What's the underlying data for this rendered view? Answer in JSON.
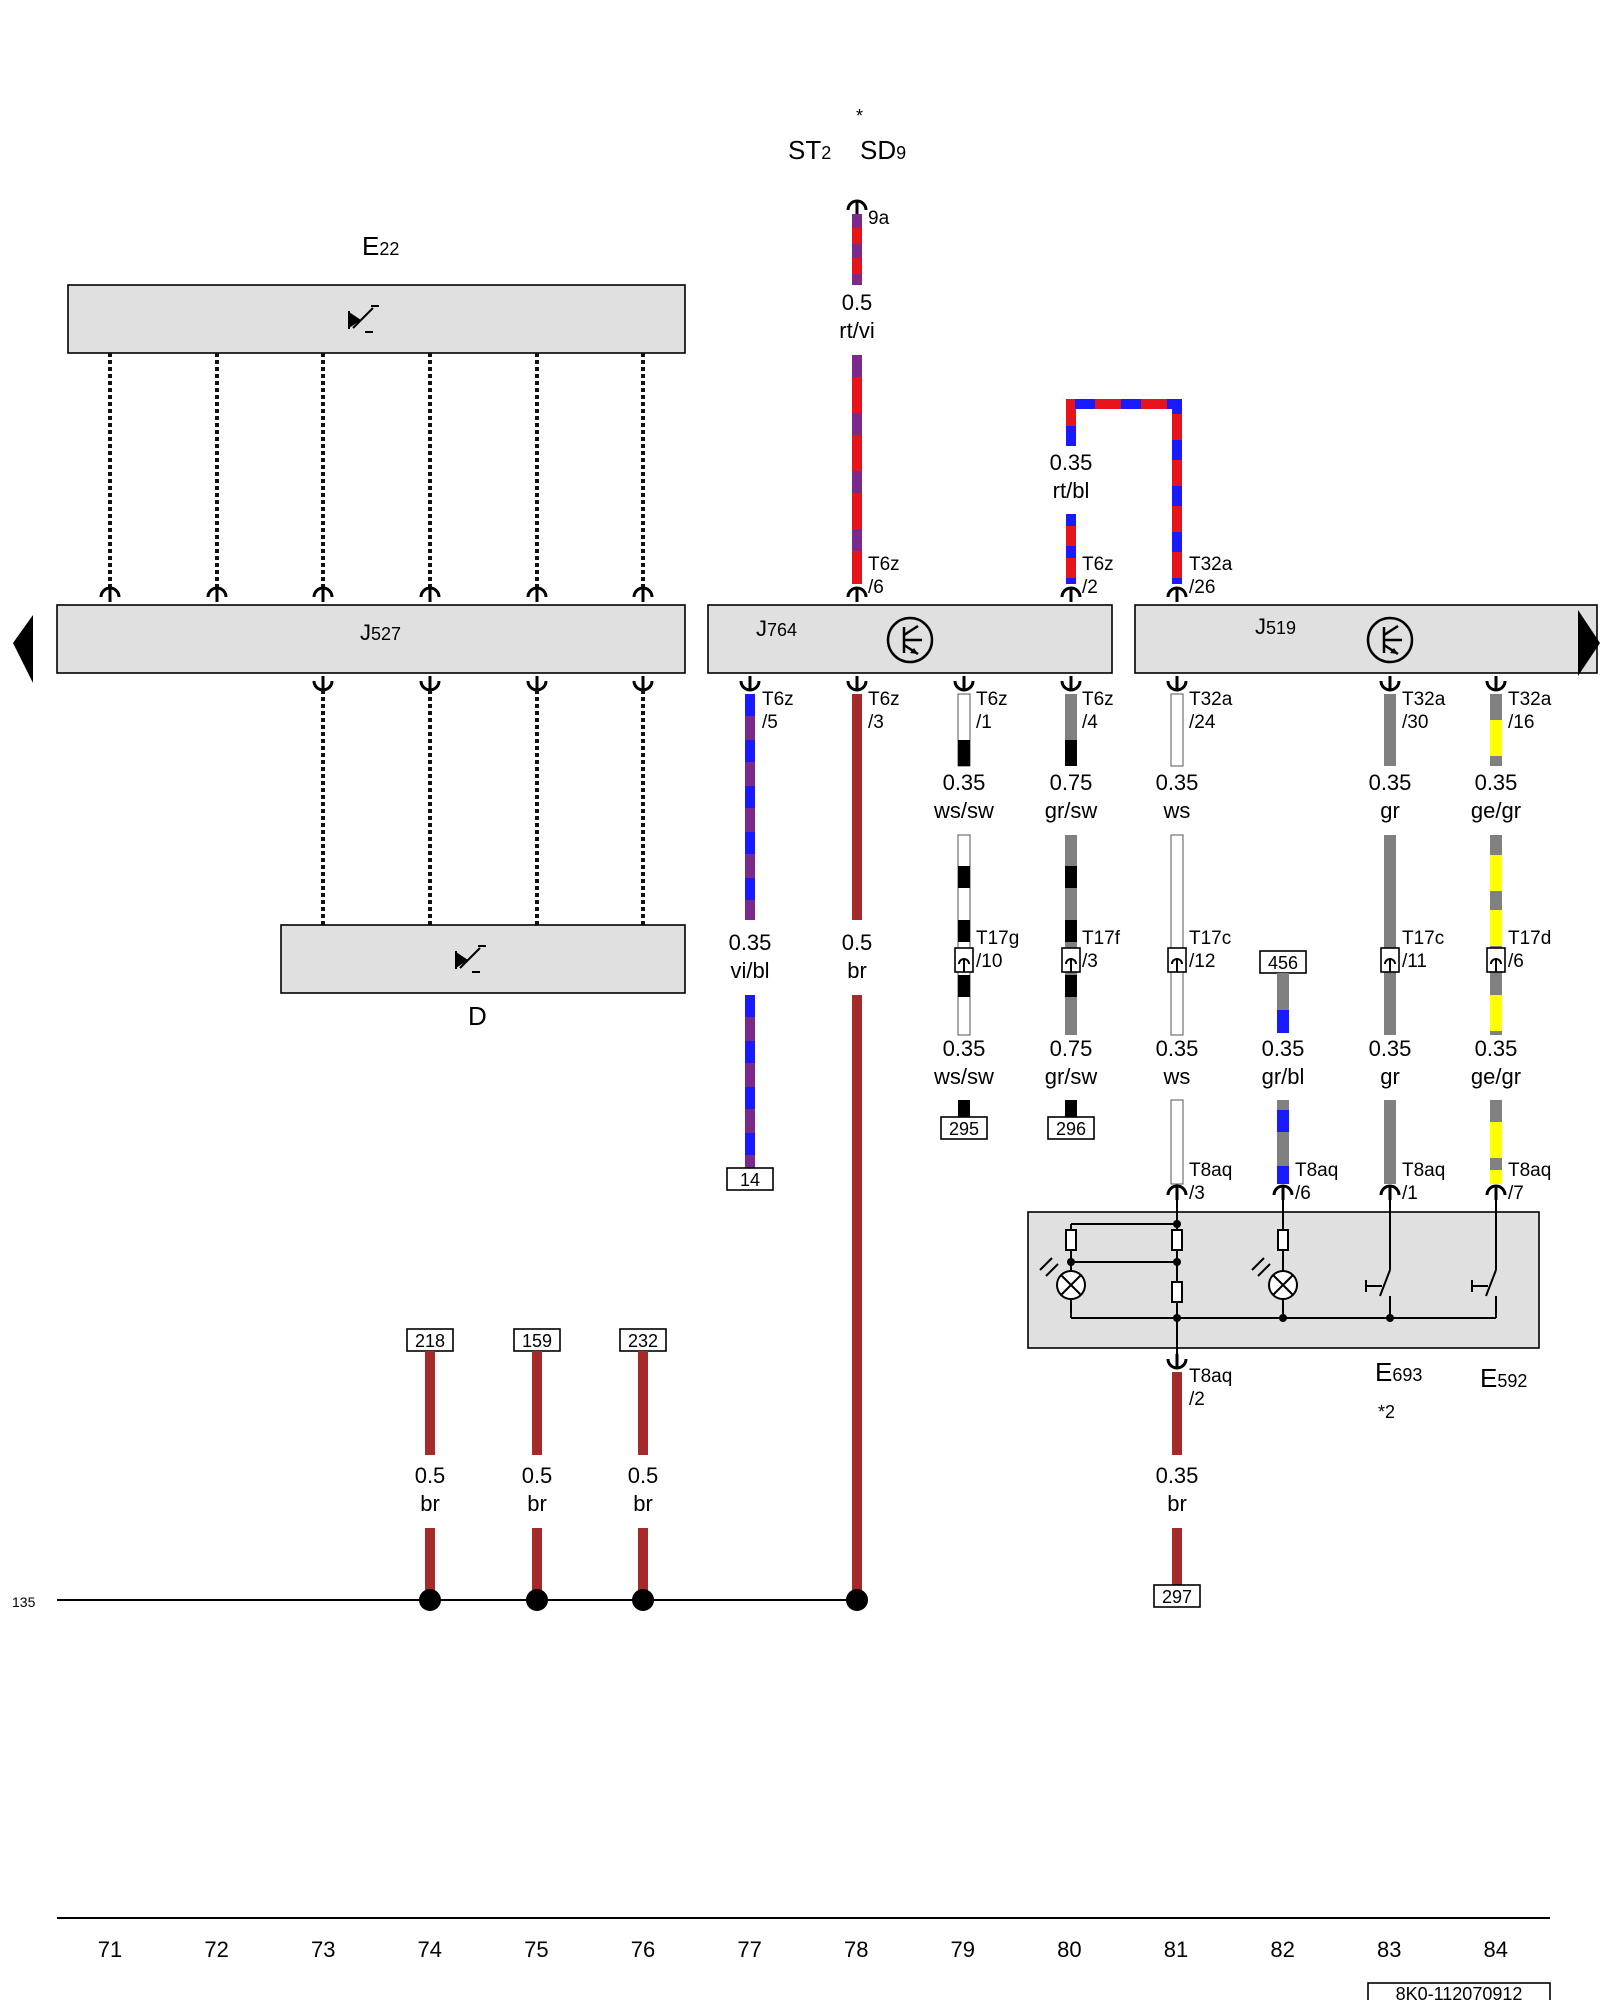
{
  "components": {
    "E22": {
      "name": "E",
      "sub": "22"
    },
    "J527": {
      "name": "J",
      "sub": "527"
    },
    "J764": {
      "name": "J",
      "sub": "764"
    },
    "J519": {
      "name": "J",
      "sub": "519"
    },
    "D": {
      "name": "D"
    },
    "E693": {
      "name": "E",
      "sub": "693",
      "note": "*2"
    },
    "E592": {
      "name": "E",
      "sub": "592"
    }
  },
  "top_labels": {
    "st": {
      "name": "ST",
      "sub": "2"
    },
    "sd": {
      "name": "SD",
      "sub": "9"
    },
    "asterisk": "*",
    "pin_9a": "9a"
  },
  "wires": [
    {
      "id": "w_rtvi",
      "size": "0.5",
      "color": "rt/vi",
      "colors": [
        "#e8141c",
        "#7b2a8c"
      ]
    },
    {
      "id": "w_rtbl",
      "size": "0.35",
      "color": "rt/bl",
      "colors": [
        "#e8141c",
        "#1a1aff"
      ]
    },
    {
      "id": "w_vibl",
      "size": "0.35",
      "color": "vi/bl",
      "colors": [
        "#7b2a8c",
        "#1a1aff"
      ]
    },
    {
      "id": "w_br78",
      "size": "0.5",
      "color": "br",
      "colors": [
        "#a52a2a"
      ]
    },
    {
      "id": "w_wssw1",
      "size": "0.35",
      "color": "ws/sw",
      "colors": [
        "#ffffff",
        "#000000"
      ]
    },
    {
      "id": "w_grsw1",
      "size": "0.75",
      "color": "gr/sw",
      "colors": [
        "#808080",
        "#000000"
      ]
    },
    {
      "id": "w_ws1",
      "size": "0.35",
      "color": "ws",
      "colors": [
        "#ffffff"
      ]
    },
    {
      "id": "w_gr1",
      "size": "0.35",
      "color": "gr",
      "colors": [
        "#808080"
      ]
    },
    {
      "id": "w_gegr1",
      "size": "0.35",
      "color": "ge/gr",
      "colors": [
        "#ffff00",
        "#808080"
      ]
    },
    {
      "id": "w_wssw2",
      "size": "0.35",
      "color": "ws/sw"
    },
    {
      "id": "w_grsw2",
      "size": "0.75",
      "color": "gr/sw"
    },
    {
      "id": "w_ws2",
      "size": "0.35",
      "color": "ws"
    },
    {
      "id": "w_grbl",
      "size": "0.35",
      "color": "gr/bl",
      "colors": [
        "#808080",
        "#1a1aff"
      ]
    },
    {
      "id": "w_gr2",
      "size": "0.35",
      "color": "gr"
    },
    {
      "id": "w_gegr2",
      "size": "0.35",
      "color": "ge/gr"
    },
    {
      "id": "w_br74",
      "size": "0.5",
      "color": "br"
    },
    {
      "id": "w_br75",
      "size": "0.5",
      "color": "br"
    },
    {
      "id": "w_br76",
      "size": "0.5",
      "color": "br"
    },
    {
      "id": "w_br81",
      "size": "0.35",
      "color": "br"
    }
  ],
  "connectors": {
    "t6z_6": {
      "name": "T6z",
      "pin": "/6"
    },
    "t6z_2": {
      "name": "T6z",
      "pin": "/2"
    },
    "t32a_26": {
      "name": "T32a",
      "pin": "/26"
    },
    "t6z_5": {
      "name": "T6z",
      "pin": "/5"
    },
    "t6z_3": {
      "name": "T6z",
      "pin": "/3"
    },
    "t6z_1": {
      "name": "T6z",
      "pin": "/1"
    },
    "t6z_4": {
      "name": "T6z",
      "pin": "/4"
    },
    "t32a_24": {
      "name": "T32a",
      "pin": "/24"
    },
    "t32a_30": {
      "name": "T32a",
      "pin": "/30"
    },
    "t32a_16": {
      "name": "T32a",
      "pin": "/16"
    },
    "t17g_10": {
      "name": "T17g",
      "pin": "/10"
    },
    "t17f_3": {
      "name": "T17f",
      "pin": "/3"
    },
    "t17c_12": {
      "name": "T17c",
      "pin": "/12"
    },
    "t17c_11": {
      "name": "T17c",
      "pin": "/11"
    },
    "t17d_6": {
      "name": "T17d",
      "pin": "/6"
    },
    "t8aq_3": {
      "name": "T8aq",
      "pin": "/3"
    },
    "t8aq_6": {
      "name": "T8aq",
      "pin": "/6"
    },
    "t8aq_1": {
      "name": "T8aq",
      "pin": "/1"
    },
    "t8aq_7": {
      "name": "T8aq",
      "pin": "/7"
    },
    "t8aq_2": {
      "name": "T8aq",
      "pin": "/2"
    }
  },
  "references": {
    "r14": "14",
    "r295": "295",
    "r296": "296",
    "r456": "456",
    "r218": "218",
    "r159": "159",
    "r232": "232",
    "r297": "297"
  },
  "ground_label": "135",
  "column_numbers": [
    "71",
    "72",
    "73",
    "74",
    "75",
    "76",
    "77",
    "78",
    "79",
    "80",
    "81",
    "82",
    "83",
    "84"
  ],
  "footer_code": "8K0-112070912"
}
